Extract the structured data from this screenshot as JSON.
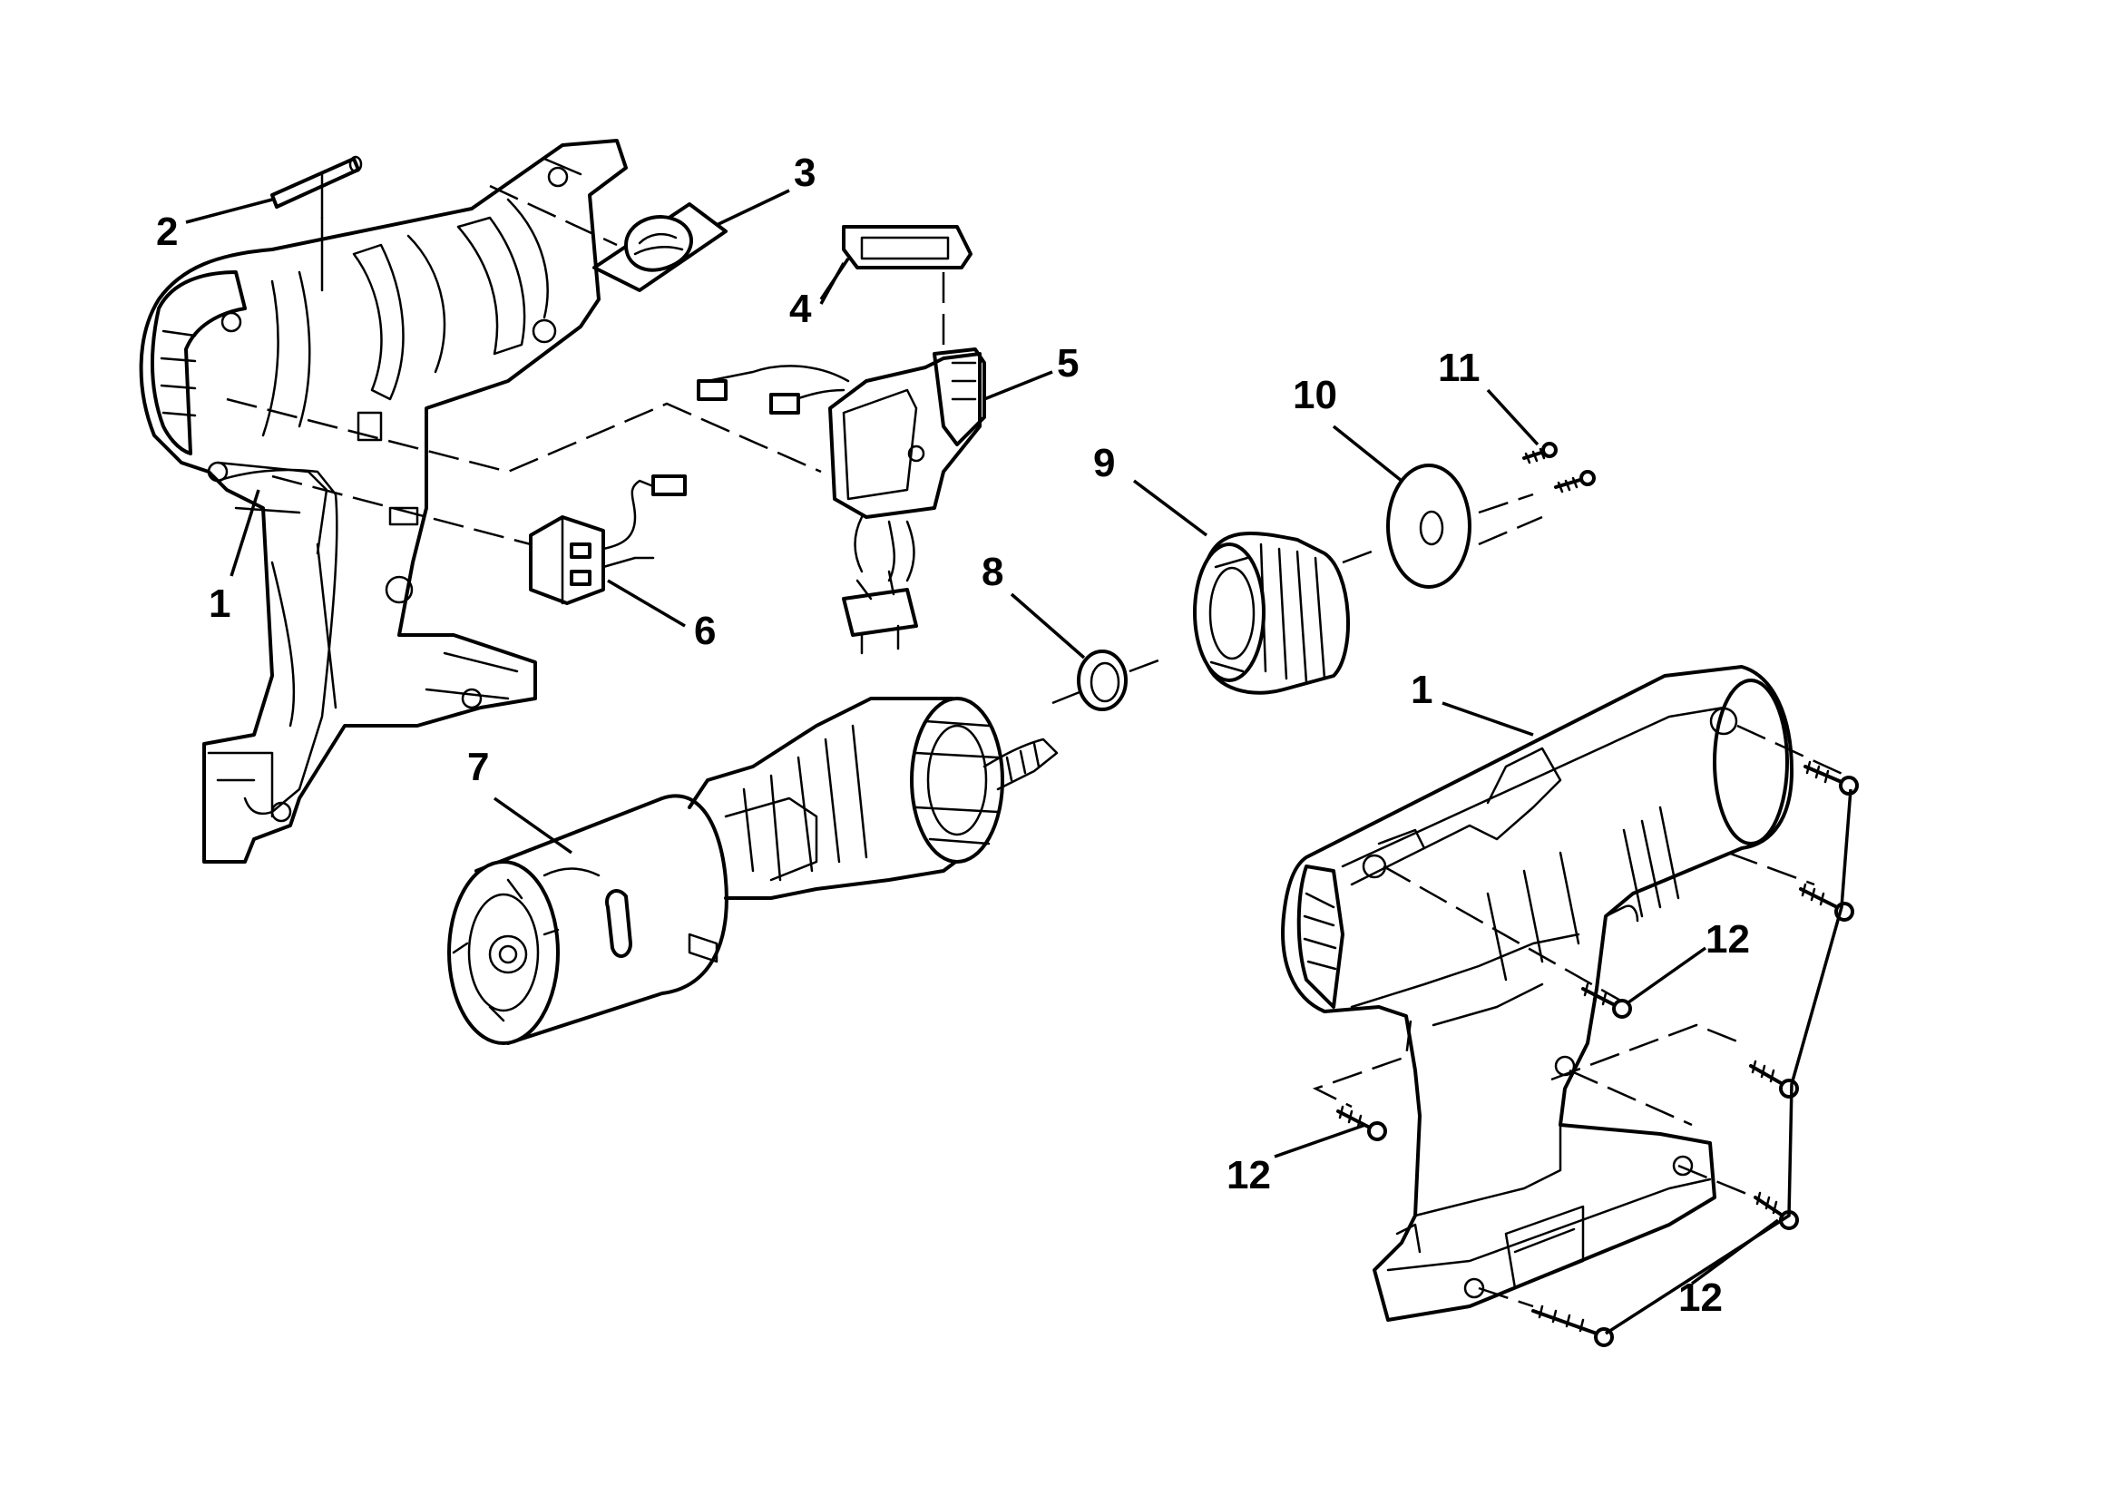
{
  "callouts": {
    "c1a": "1",
    "c1b": "1",
    "c2": "2",
    "c3": "3",
    "c4": "4",
    "c5": "5",
    "c6": "6",
    "c7": "7",
    "c8": "8",
    "c9": "9",
    "c10": "10",
    "c11": "11",
    "c12a": "12",
    "c12b": "12",
    "c12c": "12"
  }
}
